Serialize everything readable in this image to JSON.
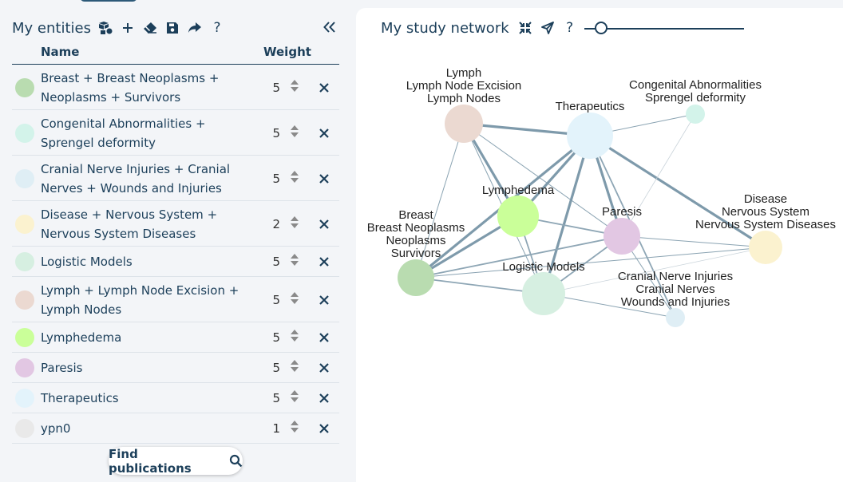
{
  "left_panel": {
    "title": "My entities",
    "columns": {
      "name": "Name",
      "weight": "Weight"
    },
    "tools": [
      "category-icon",
      "add-icon",
      "eraser-icon",
      "save-icon",
      "share-icon",
      "help-icon"
    ],
    "help_label": "?",
    "collapse_icon": "double-chevron-left-icon",
    "entities": [
      {
        "label": "Breast + Breast Neoplasms + Neoplasms + Survivors",
        "weight": "5",
        "color": "#b9dcb0"
      },
      {
        "label": "Congenital Abnormalities + Sprengel deformity",
        "weight": "5",
        "color": "#d3f3ea"
      },
      {
        "label": "Cranial Nerve Injuries + Cranial Nerves + Wounds and Injuries",
        "weight": "5",
        "color": "#dfeef5"
      },
      {
        "label": "Disease + Nervous System + Nervous System Diseases",
        "weight": "2",
        "color": "#fbf2cf"
      },
      {
        "label": "Logistic Models",
        "weight": "5",
        "color": "#d6efe1"
      },
      {
        "label": "Lymph + Lymph Node Excision + Lymph Nodes",
        "weight": "5",
        "color": "#ebd9d1"
      },
      {
        "label": "Lymphedema",
        "weight": "5",
        "color": "#caff99"
      },
      {
        "label": "Paresis",
        "weight": "5",
        "color": "#e2c7e3"
      },
      {
        "label": "Therapeutics",
        "weight": "5",
        "color": "#e3f3fb"
      },
      {
        "label": "ypn0",
        "weight": "1",
        "color": "#e9e9e9"
      }
    ],
    "find_button": "Find publications"
  },
  "right_panel": {
    "title": "My study network",
    "tools": [
      "collapse-arrows-icon",
      "layout-icon",
      "help-icon",
      "zoom-slider"
    ],
    "help_label": "?",
    "zoom_level": 0.07
  },
  "network": {
    "nodes": [
      {
        "id": "lymph",
        "labels": [
          "Lymph",
          "Lymph Node Excision",
          "Lymph Nodes"
        ],
        "color": "#ebd9d1"
      },
      {
        "id": "therapeutics",
        "labels": [
          "Therapeutics"
        ],
        "color": "#e3f3fb"
      },
      {
        "id": "congenital",
        "labels": [
          "Congenital Abnormalities",
          "Sprengel deformity"
        ],
        "color": "#d3f3ea"
      },
      {
        "id": "lymphedema",
        "labels": [
          "Lymphedema"
        ],
        "color": "#caff99"
      },
      {
        "id": "paresis",
        "labels": [
          "Paresis"
        ],
        "color": "#e2c7e3"
      },
      {
        "id": "disease",
        "labels": [
          "Disease",
          "Nervous System",
          "Nervous System Diseases"
        ],
        "color": "#fbf2cf"
      },
      {
        "id": "breast",
        "labels": [
          "Breast",
          "Breast Neoplasms",
          "Neoplasms",
          "Survivors"
        ],
        "color": "#b9dcb0"
      },
      {
        "id": "logistic",
        "labels": [
          "Logistic Models"
        ],
        "color": "#d6efe1"
      },
      {
        "id": "cranial",
        "labels": [
          "Cranial Nerve Injuries",
          "Cranial Nerves",
          "Wounds and Injuries"
        ],
        "color": "#dfeef5"
      }
    ],
    "edges": [
      {
        "from": "lymph",
        "to": "therapeutics",
        "strength": "strong"
      },
      {
        "from": "lymph",
        "to": "lymphedema",
        "strength": "strong"
      },
      {
        "from": "lymph",
        "to": "breast",
        "strength": "thin"
      },
      {
        "from": "lymph",
        "to": "logistic",
        "strength": "thin"
      },
      {
        "from": "lymph",
        "to": "paresis",
        "strength": "thin"
      },
      {
        "from": "therapeutics",
        "to": "congenital",
        "strength": "thin"
      },
      {
        "from": "therapeutics",
        "to": "lymphedema",
        "strength": "strong"
      },
      {
        "from": "therapeutics",
        "to": "breast",
        "strength": "strong"
      },
      {
        "from": "therapeutics",
        "to": "logistic",
        "strength": "strong"
      },
      {
        "from": "therapeutics",
        "to": "paresis",
        "strength": "strong"
      },
      {
        "from": "therapeutics",
        "to": "disease",
        "strength": "strong"
      },
      {
        "from": "therapeutics",
        "to": "cranial",
        "strength": "medium"
      },
      {
        "from": "congenital",
        "to": "paresis",
        "strength": "faint"
      },
      {
        "from": "lymphedema",
        "to": "breast",
        "strength": "strong"
      },
      {
        "from": "lymphedema",
        "to": "logistic",
        "strength": "medium"
      },
      {
        "from": "lymphedema",
        "to": "paresis",
        "strength": "medium"
      },
      {
        "from": "paresis",
        "to": "breast",
        "strength": "medium"
      },
      {
        "from": "paresis",
        "to": "logistic",
        "strength": "medium"
      },
      {
        "from": "paresis",
        "to": "disease",
        "strength": "thin"
      },
      {
        "from": "paresis",
        "to": "cranial",
        "strength": "thin"
      },
      {
        "from": "breast",
        "to": "logistic",
        "strength": "medium"
      },
      {
        "from": "breast",
        "to": "disease",
        "strength": "thin"
      },
      {
        "from": "logistic",
        "to": "disease",
        "strength": "faint"
      },
      {
        "from": "logistic",
        "to": "cranial",
        "strength": "thin"
      }
    ]
  }
}
